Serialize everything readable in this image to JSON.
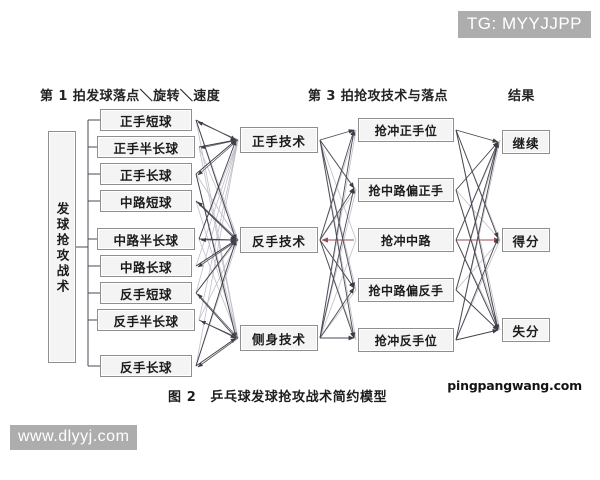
{
  "figure": {
    "caption_number": "图 2",
    "caption_text": "乒乓球发球抢攻战术简约模型"
  },
  "headers": {
    "col1": "第 1 拍发球落点＼旋转＼速度",
    "col3": "第 3 拍抢攻技术与落点",
    "col_result": "结果"
  },
  "root": {
    "label": "发球抢攻战术"
  },
  "columns": {
    "serve_placement": [
      {
        "label": "正手短球",
        "wide": false
      },
      {
        "label": "正手半长球",
        "wide": true
      },
      {
        "label": "正手长球",
        "wide": false
      },
      {
        "label": "中路短球",
        "wide": false
      },
      {
        "label": "中路半长球",
        "wide": true
      },
      {
        "label": "中路长球",
        "wide": false
      },
      {
        "label": "反手短球",
        "wide": false
      },
      {
        "label": "反手半长球",
        "wide": true
      },
      {
        "label": "反手长球",
        "wide": false
      }
    ],
    "technique": [
      {
        "label": "正手技术"
      },
      {
        "label": "反手技术"
      },
      {
        "label": "侧身技术"
      }
    ],
    "attack_placement": [
      {
        "label": "抢冲正手位"
      },
      {
        "label": "抢中路偏正手"
      },
      {
        "label": "抢冲中路"
      },
      {
        "label": "抢中路偏反手"
      },
      {
        "label": "抢冲反手位"
      }
    ],
    "result": [
      {
        "label": "继续"
      },
      {
        "label": "得分"
      },
      {
        "label": "失分"
      }
    ]
  },
  "watermarks": {
    "telegram": "TG: MYYJJPP",
    "site_left": "www.dlyyj.com",
    "site_right": "pingpangwang.com"
  },
  "colors": {
    "box_border": "#8e8e8e",
    "box_fill": "#f4f4f4",
    "link_dark": "#3c3c46",
    "link_light": "#b6b6c0",
    "link_highlight": "#9a4a55",
    "watermark_band": "#adadad",
    "text": "#1b1b1b"
  }
}
